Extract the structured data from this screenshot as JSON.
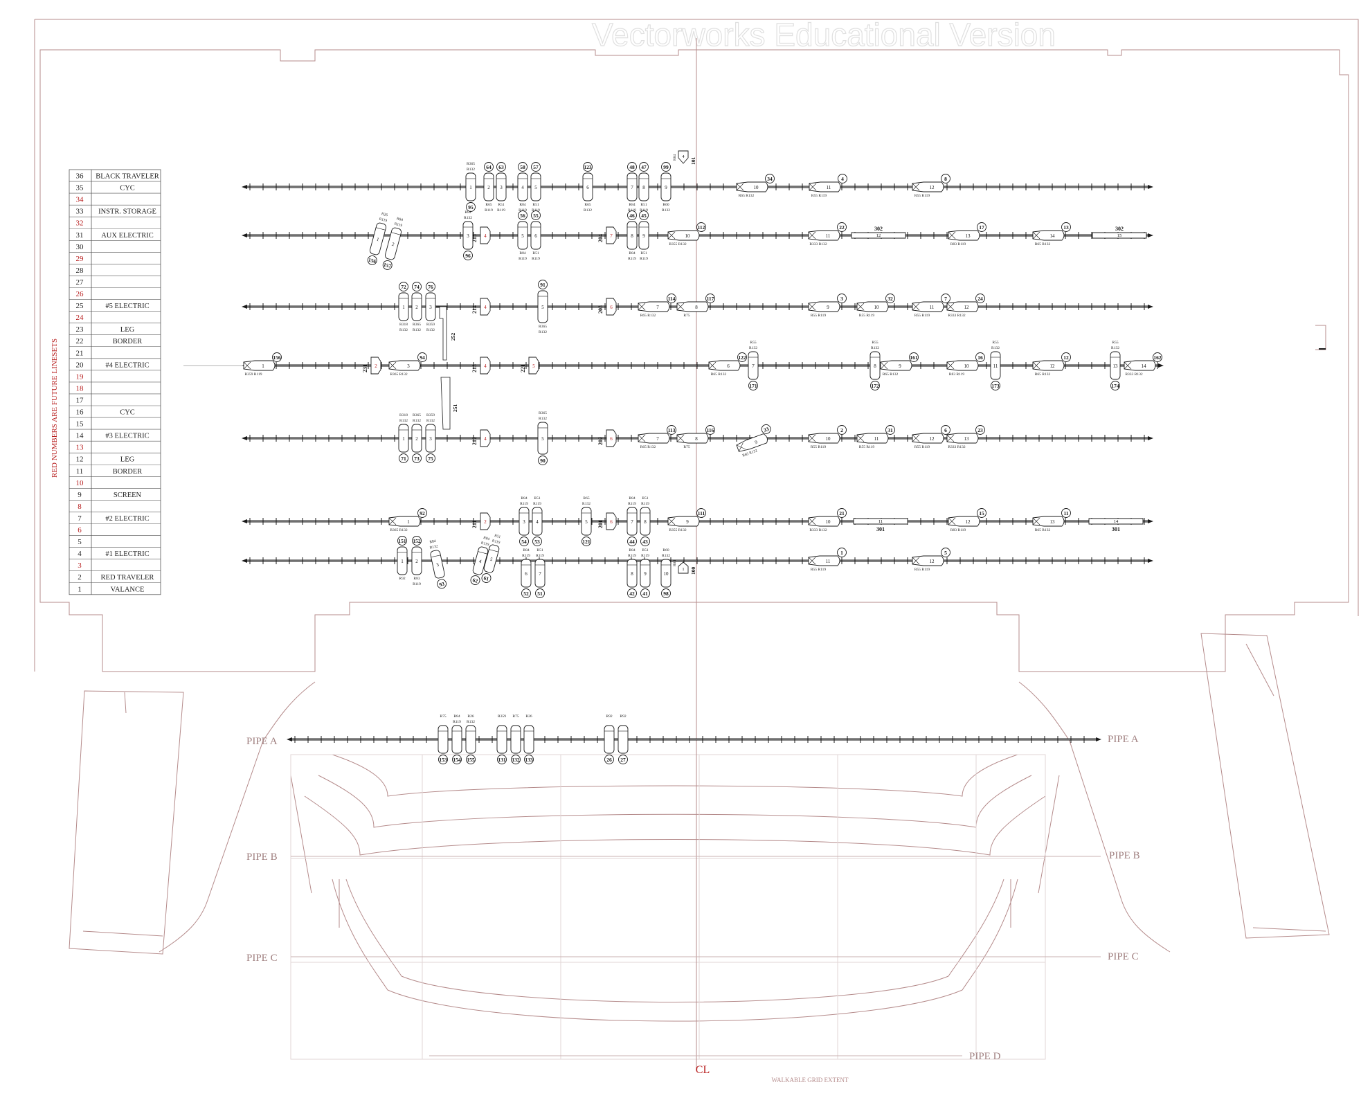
{
  "watermark": "Vectorworks Educational Version",
  "side_note": "RED NUMBERS ARE FUTURE LINESETS",
  "centerline_symbol": "CL",
  "walkable_label": "WALKABLE GRID EXTENT",
  "colors": {
    "line": "#1a1a1a",
    "architecture": "#b58b8b",
    "future_red": "#b71c1c",
    "faint": "#d9c5c5",
    "watermark": "#e3e3e3"
  },
  "linesets": [
    {
      "num": "36",
      "name": "BLACK TRAVELER",
      "future": false
    },
    {
      "num": "35",
      "name": "CYC",
      "future": false
    },
    {
      "num": "34",
      "name": "",
      "future": true
    },
    {
      "num": "33",
      "name": "INSTR. STORAGE",
      "future": false
    },
    {
      "num": "32",
      "name": "",
      "future": true
    },
    {
      "num": "31",
      "name": "AUX ELECTRIC",
      "future": false
    },
    {
      "num": "30",
      "name": "",
      "future": false
    },
    {
      "num": "29",
      "name": "",
      "future": true
    },
    {
      "num": "28",
      "name": "",
      "future": false
    },
    {
      "num": "27",
      "name": "",
      "future": false
    },
    {
      "num": "26",
      "name": "",
      "future": true
    },
    {
      "num": "25",
      "name": "#5 ELECTRIC",
      "future": false
    },
    {
      "num": "24",
      "name": "",
      "future": true
    },
    {
      "num": "23",
      "name": "LEG",
      "future": false
    },
    {
      "num": "22",
      "name": "BORDER",
      "future": false
    },
    {
      "num": "21",
      "name": "",
      "future": false
    },
    {
      "num": "20",
      "name": "#4 ELECTRIC",
      "future": false
    },
    {
      "num": "19",
      "name": "",
      "future": true
    },
    {
      "num": "18",
      "name": "",
      "future": true
    },
    {
      "num": "17",
      "name": "",
      "future": false
    },
    {
      "num": "16",
      "name": "CYC",
      "future": false
    },
    {
      "num": "15",
      "name": "",
      "future": false
    },
    {
      "num": "14",
      "name": "#3 ELECTRIC",
      "future": false
    },
    {
      "num": "13",
      "name": "",
      "future": true
    },
    {
      "num": "12",
      "name": "LEG",
      "future": false
    },
    {
      "num": "11",
      "name": "BORDER",
      "future": false
    },
    {
      "num": "10",
      "name": "",
      "future": true
    },
    {
      "num": "9",
      "name": "SCREEN",
      "future": false
    },
    {
      "num": "8",
      "name": "",
      "future": true
    },
    {
      "num": "7",
      "name": "#2 ELECTRIC",
      "future": false
    },
    {
      "num": "6",
      "name": "",
      "future": true
    },
    {
      "num": "5",
      "name": "",
      "future": false
    },
    {
      "num": "4",
      "name": "#1 ELECTRIC",
      "future": false
    },
    {
      "num": "3",
      "name": "",
      "future": true
    },
    {
      "num": "2",
      "name": "RED TRAVELER",
      "future": false
    },
    {
      "num": "1",
      "name": "VALANCE",
      "future": false
    }
  ],
  "pipes": [
    {
      "left": "PIPE A",
      "right": "PIPE A"
    },
    {
      "left": "PIPE B",
      "right": "PIPE B"
    },
    {
      "left": "PIPE C",
      "right": "PIPE C"
    },
    {
      "left": "",
      "right": "PIPE D"
    }
  ],
  "electrics": [
    {
      "fixtures": [
        {
          "unit": "1",
          "ch": "95",
          "tag": "R365 R132"
        },
        {
          "unit": "2",
          "ch": "64",
          "tag": "R65 R119"
        },
        {
          "unit": "3",
          "ch": "63",
          "tag": "R51 R119"
        },
        {
          "unit": "4",
          "ch": "58",
          "tag": "R84 R119"
        },
        {
          "unit": "5",
          "ch": "57",
          "tag": "R51 R119"
        },
        {
          "unit": "6",
          "ch": "123",
          "tag": "R65 R132"
        },
        {
          "unit": "7",
          "ch": "48",
          "tag": "R84 R119"
        },
        {
          "unit": "8",
          "ch": "47",
          "tag": "R51 R119"
        },
        {
          "unit": "9",
          "ch": "99",
          "tag": "R60 R132"
        },
        {
          "unit": "10",
          "ch": "34",
          "tag": "R65 R132"
        },
        {
          "unit": "11",
          "ch": "4",
          "tag": "R55 R119"
        },
        {
          "unit": "12",
          "ch": "8",
          "tag": "R55 R119"
        }
      ]
    },
    {
      "fixtures": [
        {
          "unit": "1",
          "ch": "156",
          "tag": "R26 R119"
        },
        {
          "unit": "2",
          "ch": "157",
          "tag": "R84 R119"
        },
        {
          "unit": "3",
          "ch": "96",
          "tag": "R84 R132"
        },
        {
          "unit": "5",
          "ch": "56",
          "tag": "R84 R119"
        },
        {
          "unit": "6",
          "ch": "55",
          "tag": "R51 R119"
        },
        {
          "unit": "8",
          "ch": "46",
          "tag": "R84 R119"
        },
        {
          "unit": "9",
          "ch": "45",
          "tag": "R51 R119"
        },
        {
          "unit": "10",
          "ch": "112",
          "tag": "R355 R132"
        },
        {
          "unit": "11",
          "ch": "22",
          "tag": "R333 R132"
        },
        {
          "unit": "13",
          "ch": "17",
          "tag": "R83 R119"
        },
        {
          "unit": "14",
          "ch": "13",
          "tag": "R65 R132"
        }
      ]
    },
    {
      "fixtures": [
        {
          "unit": "1",
          "ch": "72",
          "tag": "R318 R132"
        },
        {
          "unit": "2",
          "ch": "74",
          "tag": "R365 R132"
        },
        {
          "unit": "3",
          "ch": "76",
          "tag": "R359 R132"
        },
        {
          "unit": "5",
          "ch": "91",
          "tag": "R365 R132"
        },
        {
          "unit": "7",
          "ch": "114",
          "tag": "R65 R132"
        },
        {
          "unit": "8",
          "ch": "117",
          "tag": "R75"
        },
        {
          "unit": "9",
          "ch": "3",
          "tag": "R55 R119"
        },
        {
          "unit": "10",
          "ch": "32",
          "tag": "R55 R119"
        },
        {
          "unit": "11",
          "ch": "7",
          "tag": "R55 R119"
        },
        {
          "unit": "12",
          "ch": "24",
          "tag": "R333 R132"
        }
      ]
    },
    {
      "fixtures": [
        {
          "unit": "1",
          "ch": "156",
          "tag": "R359 R119"
        },
        {
          "unit": "3",
          "ch": "94",
          "tag": "R365 R132"
        },
        {
          "unit": "6",
          "ch": "122",
          "tag": "R65 R132"
        },
        {
          "unit": "7",
          "ch": "171",
          "tag": "R55 R132"
        },
        {
          "unit": "8",
          "ch": "172",
          "tag": "R55 R132"
        },
        {
          "unit": "9",
          "ch": "161",
          "tag": "R65 R132"
        },
        {
          "unit": "10",
          "ch": "16",
          "tag": "R83 R119"
        },
        {
          "unit": "11",
          "ch": "173",
          "tag": "R55 R132"
        },
        {
          "unit": "12",
          "ch": "12",
          "tag": "R65 R132"
        },
        {
          "unit": "13",
          "ch": "174",
          "tag": "R55 R132"
        },
        {
          "unit": "14",
          "ch": "162",
          "tag": "R333 R132"
        }
      ]
    },
    {
      "fixtures": [
        {
          "unit": "1",
          "ch": "71",
          "tag": "R318 R132"
        },
        {
          "unit": "2",
          "ch": "73",
          "tag": "R365 R132"
        },
        {
          "unit": "3",
          "ch": "75",
          "tag": "R359 R132"
        },
        {
          "unit": "5",
          "ch": "90",
          "tag": "R365 R132"
        },
        {
          "unit": "7",
          "ch": "113",
          "tag": "R65 R132"
        },
        {
          "unit": "8",
          "ch": "116",
          "tag": "R75"
        },
        {
          "unit": "9",
          "ch": "33",
          "tag": "R65 R132"
        },
        {
          "unit": "10",
          "ch": "2",
          "tag": "R55 R119"
        },
        {
          "unit": "11",
          "ch": "31",
          "tag": "R55 R119"
        },
        {
          "unit": "12",
          "ch": "6",
          "tag": "R55 R119"
        },
        {
          "unit": "13",
          "ch": "23",
          "tag": "R333 R132"
        }
      ]
    },
    {
      "fixtures": [
        {
          "unit": "1",
          "ch": "92",
          "tag": "R365 R132"
        },
        {
          "unit": "3",
          "ch": "54",
          "tag": "R84 R119"
        },
        {
          "unit": "4",
          "ch": "53",
          "tag": "R51 R119"
        },
        {
          "unit": "5",
          "ch": "121",
          "tag": "R65 R132"
        },
        {
          "unit": "7",
          "ch": "44",
          "tag": "R84 R119"
        },
        {
          "unit": "8",
          "ch": "43",
          "tag": "R51 R119"
        },
        {
          "unit": "9",
          "ch": "111",
          "tag": "R355 R132"
        },
        {
          "unit": "10",
          "ch": "21",
          "tag": "R333 R132"
        },
        {
          "unit": "12",
          "ch": "15",
          "tag": "R83 R119"
        },
        {
          "unit": "13",
          "ch": "11",
          "tag": "R65 R132"
        }
      ]
    },
    {
      "fixtures": [
        {
          "unit": "1",
          "ch": "151",
          "tag": "R92"
        },
        {
          "unit": "2",
          "ch": "152",
          "tag": "R83 R119"
        },
        {
          "unit": "3",
          "ch": "93",
          "tag": "R84 R132"
        },
        {
          "unit": "4",
          "ch": "62",
          "tag": "R84 R119"
        },
        {
          "unit": "5",
          "ch": "61",
          "tag": "R51 R119"
        },
        {
          "unit": "6",
          "ch": "52",
          "tag": "R84 R119"
        },
        {
          "unit": "7",
          "ch": "51",
          "tag": "R51 R119"
        },
        {
          "unit": "8",
          "ch": "42",
          "tag": "R84 R119"
        },
        {
          "unit": "9",
          "ch": "41",
          "tag": "R51 R119"
        },
        {
          "unit": "10",
          "ch": "98",
          "tag": "R60 R132"
        },
        {
          "unit": "11",
          "ch": "1",
          "tag": "R55 R119"
        },
        {
          "unit": "12",
          "ch": "5",
          "tag": "R55 R119"
        }
      ]
    },
    {
      "fixtures": [
        {
          "unit": "",
          "ch": "153",
          "tag": "R75"
        },
        {
          "unit": "",
          "ch": "154",
          "tag": "R84 R119"
        },
        {
          "unit": "",
          "ch": "155",
          "tag": "R26 R132"
        },
        {
          "unit": "",
          "ch": "131",
          "tag": "R359"
        },
        {
          "unit": "",
          "ch": "132",
          "tag": "R75"
        },
        {
          "unit": "",
          "ch": "133",
          "tag": "R26"
        },
        {
          "unit": "",
          "ch": "26",
          "tag": "R92"
        },
        {
          "unit": "",
          "ch": "27",
          "tag": "R92"
        }
      ]
    }
  ],
  "rotators": [
    {
      "ch": "215",
      "unit": "4"
    },
    {
      "ch": "204",
      "unit": "7"
    },
    {
      "ch": "214",
      "unit": "4"
    },
    {
      "ch": "203",
      "unit": "6"
    },
    {
      "ch": "231",
      "unit": "2"
    },
    {
      "ch": "213",
      "unit": "4"
    },
    {
      "ch": "221",
      "unit": "5"
    },
    {
      "ch": "212",
      "unit": "4"
    },
    {
      "ch": "202",
      "unit": "6"
    },
    {
      "ch": "211",
      "unit": "2"
    },
    {
      "ch": "201",
      "unit": "6"
    }
  ],
  "strips": [
    {
      "ch": "302",
      "unit": "12"
    },
    {
      "ch": "302",
      "unit": "15"
    },
    {
      "ch": "301",
      "unit": "11"
    },
    {
      "ch": "301",
      "unit": "14"
    }
  ],
  "hang_units": [
    {
      "ch": "252",
      "unit": "1"
    },
    {
      "ch": "251",
      "unit": "2"
    }
  ],
  "gobo_units": [
    {
      "ch": "101",
      "tag": "R84",
      "unit": "4"
    },
    {
      "ch": "100",
      "tag": "R84",
      "unit": "1"
    }
  ]
}
